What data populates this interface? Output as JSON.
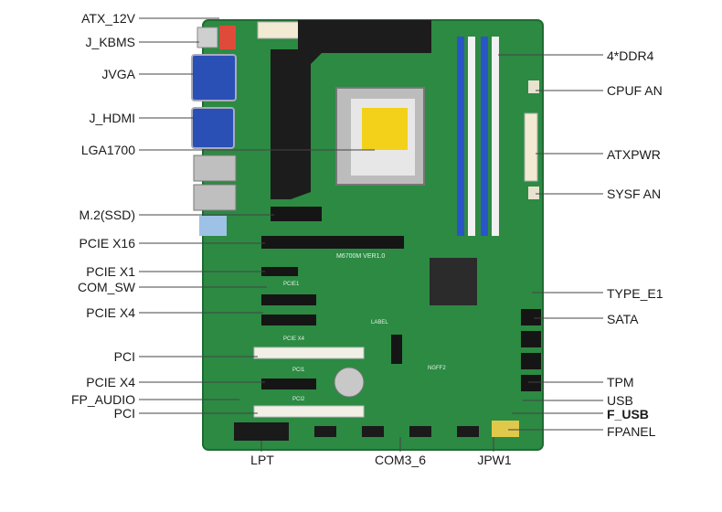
{
  "labels_left": [
    {
      "id": "atx-12v",
      "text": "ATX_12V"
    },
    {
      "id": "j-kbms",
      "text": "J_KBMS"
    },
    {
      "id": "jvga",
      "text": "JVGA"
    },
    {
      "id": "j-hdmi",
      "text": "J_HDMI"
    },
    {
      "id": "lga1700",
      "text": "LGA1700"
    },
    {
      "id": "m2-ssd",
      "text": "M.2(SSD)"
    },
    {
      "id": "pcie-x16",
      "text": "PCIE X16"
    },
    {
      "id": "pcie-x1",
      "text": "PCIE X1"
    },
    {
      "id": "com-sw",
      "text": "COM_SW"
    },
    {
      "id": "pcie-x4-a",
      "text": "PCIE X4"
    },
    {
      "id": "pci-a",
      "text": "PCI"
    },
    {
      "id": "pcie-x4-b",
      "text": "PCIE X4"
    },
    {
      "id": "fp-audio",
      "text": "FP_AUDIO"
    },
    {
      "id": "pci-b",
      "text": "PCI"
    }
  ],
  "labels_right": [
    {
      "id": "ddr4",
      "text": "4*DDR4"
    },
    {
      "id": "cpuf-an",
      "text": "CPUF AN"
    },
    {
      "id": "atxpwr",
      "text": "ATXPWR"
    },
    {
      "id": "sysf-an",
      "text": "SYSF AN"
    },
    {
      "id": "type-e1",
      "text": "TYPE_E1"
    },
    {
      "id": "sata",
      "text": "SATA"
    },
    {
      "id": "tpm",
      "text": "TPM"
    },
    {
      "id": "usb",
      "text": "USB"
    },
    {
      "id": "f-usb",
      "text": "F_USB"
    },
    {
      "id": "fpanel",
      "text": "FPANEL"
    }
  ],
  "labels_bottom": [
    {
      "id": "lpt",
      "text": "LPT"
    },
    {
      "id": "com3-6",
      "text": "COM3_6"
    },
    {
      "id": "jpw1",
      "text": "JPW1"
    }
  ],
  "board_silkscreen": {
    "model": "M6700M VER1.0",
    "slot_pcie1": "PCIE1",
    "slot_pcie_x4": "PCIE X4",
    "slot_pci1": "PCI1",
    "slot_pci2": "PCI2",
    "ngff2": "NGFF2",
    "label": "LABEL"
  },
  "colors": {
    "pcb": "#2c8a43",
    "pcb_dark": "#1f6b33",
    "heatsink": "#1c1c1c",
    "dimm_blue": "#2a55c8",
    "dimm_white": "#f1f1f1",
    "slot_black": "#151515",
    "slot_white": "#f2f0e6",
    "vga_blue": "#2a4fb5",
    "line": "#444444"
  }
}
